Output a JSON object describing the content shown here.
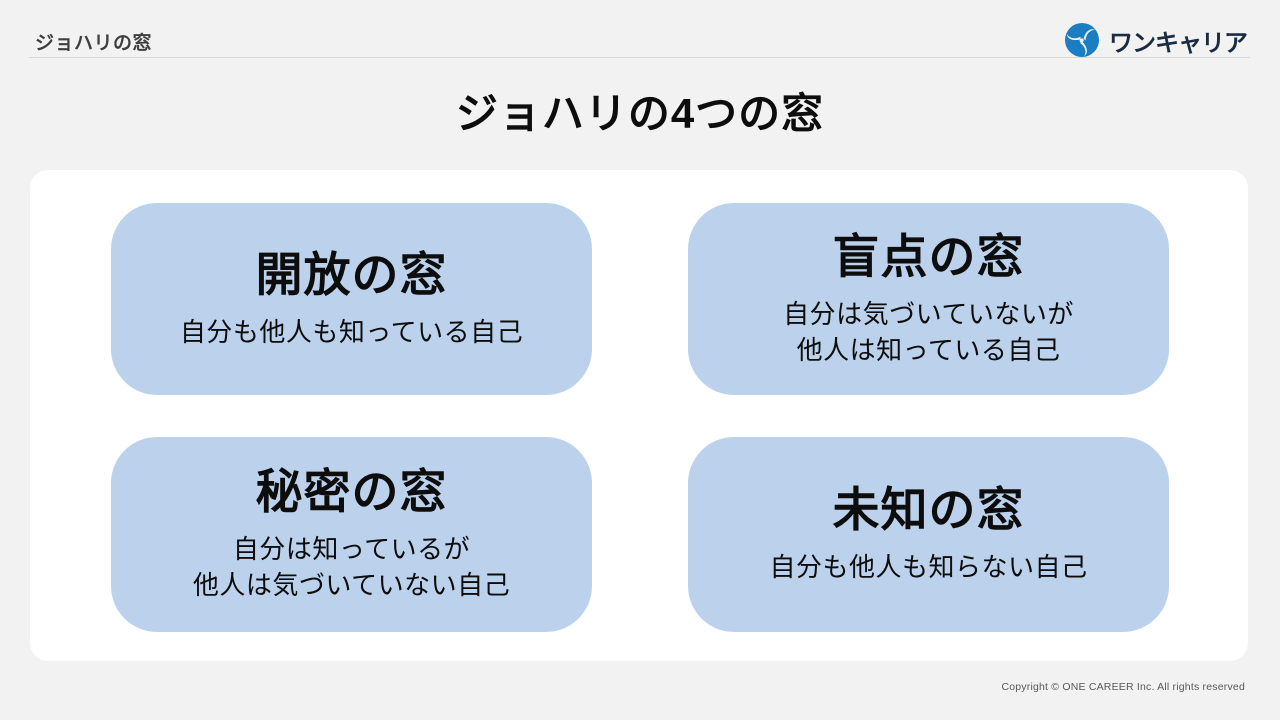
{
  "slide": {
    "header": {
      "title": "ジョハリの窓"
    },
    "logo": {
      "icon": "one-career-swirl-icon",
      "text": "ワンキャリア"
    },
    "title": "ジョハリの4つの窓",
    "windows": [
      {
        "title": "開放の窓",
        "description": "自分も他人も知っている自己"
      },
      {
        "title": "盲点の窓",
        "description": "自分は気づいていないが\n他人は知っている自己"
      },
      {
        "title": "秘密の窓",
        "description": "自分は知っているが\n他人は気づいていない自己"
      },
      {
        "title": "未知の窓",
        "description": "自分も他人も知らない自己"
      }
    ],
    "footer": {
      "copyright": "Copyright © ONE CAREER Inc. All rights reserved"
    },
    "colors": {
      "background": "#F2F2F2",
      "panel": "#FFFFFF",
      "window_fill": "#BCD2EC",
      "logo_blue": "#1B7EC2",
      "logo_text": "#1A2C42",
      "header_text": "#3F3F3F",
      "body_text": "#0D0D0D",
      "copyright_text": "#595959",
      "divider": "#D8D8D8"
    }
  }
}
